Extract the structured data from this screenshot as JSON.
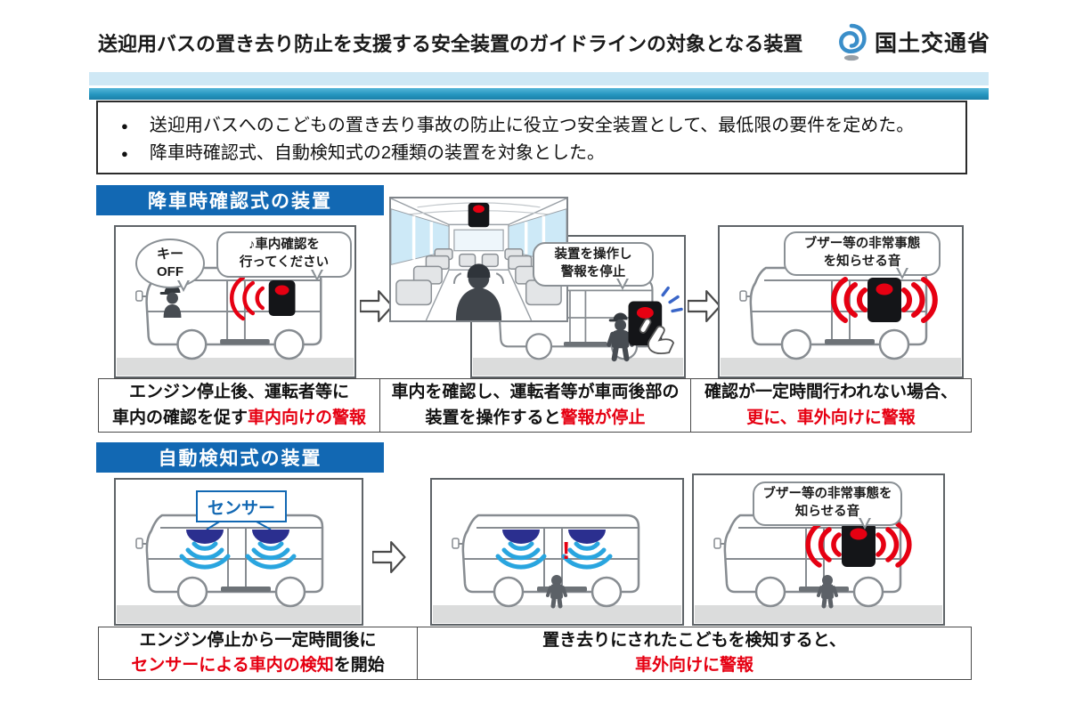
{
  "header": {
    "title": "送迎用バスの置き去り防止を支援する安全装置のガイドラインの対象となる装置",
    "logo": "国土交通省"
  },
  "intro": {
    "bullets": [
      "送迎用バスへのこどもの置き去り事故の防止に役立つ安全装置として、最低限の要件を定めた。",
      "降車時確認式、自動検知式の2種類の装置を対象とした。"
    ]
  },
  "s1": {
    "badge": "降車時確認式の装置",
    "bubble_key": "キー\nOFF",
    "bubble_check": "♪車内確認を\n行ってください",
    "bubble_stop": "装置を操作し\n警報を停止",
    "bubble_buzzer": "ブザー等の非常事態\nを知らせる音",
    "cap1": {
      "l1": "エンジン停止後、運転者等に",
      "black": "車内の確認を促す",
      "red": "車内向けの警報"
    },
    "cap2": {
      "l1": "車内を確認し、運転者等が車両後部の",
      "black": "装置を操作すると",
      "red": "警報が停止"
    },
    "cap3": {
      "l1": "確認が一定時間行われない場合、",
      "red": "更に、車外向けに警報"
    }
  },
  "s2": {
    "badge": "自動検知式の装置",
    "sensor_label": "センサー",
    "alert_mark": "!",
    "bubble_buzzer": "ブザー等の非常事態を\n知らせる音",
    "cap1": {
      "l1": "エンジン停止から一定時間後に",
      "red": "センサーによる車内の検知",
      "black": "を開始"
    },
    "cap2": {
      "l1": "置き去りにされたこどもを検知すると、",
      "red": "車外向けに警報"
    }
  },
  "colors": {
    "accent_blue": "#1268b3",
    "bar_teal": "#2596c0",
    "bar_light": "#cfe8f5",
    "alert_red": "#e60012",
    "sensor_navy": "#2b2f8f",
    "wave_cyan": "#29a5df"
  }
}
